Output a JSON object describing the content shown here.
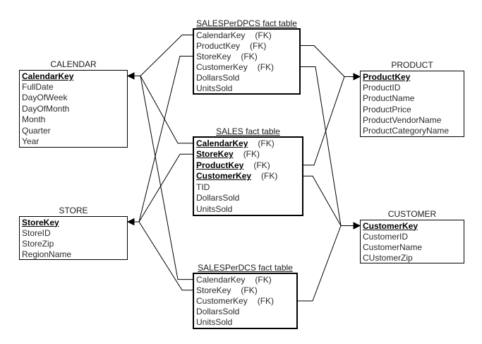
{
  "colors": {
    "line": "#000000",
    "text": "#2a2a2a",
    "key_text": "#000000",
    "background": "#ffffff"
  },
  "tables": {
    "calendar": {
      "title": "CALENDAR",
      "fields": [
        {
          "name": "CalendarKey",
          "pk": true
        },
        {
          "name": "FullDate"
        },
        {
          "name": "DayOfWeek"
        },
        {
          "name": "DayOfMonth"
        },
        {
          "name": "Month"
        },
        {
          "name": "Quarter"
        },
        {
          "name": "Year"
        }
      ]
    },
    "store": {
      "title": "STORE",
      "fields": [
        {
          "name": "StoreKey",
          "pk": true
        },
        {
          "name": "StoreID"
        },
        {
          "name": "StoreZip"
        },
        {
          "name": "RegionName"
        }
      ]
    },
    "product": {
      "title": "PRODUCT",
      "fields": [
        {
          "name": "ProductKey",
          "pk": true
        },
        {
          "name": "ProductID"
        },
        {
          "name": "ProductName"
        },
        {
          "name": "ProductPrice"
        },
        {
          "name": "ProductVendorName"
        },
        {
          "name": "ProductCategoryName"
        }
      ]
    },
    "customer": {
      "title": "CUSTOMER",
      "fields": [
        {
          "name": "CustomerKey",
          "pk": true
        },
        {
          "name": "CustomerID"
        },
        {
          "name": "CustomerName"
        },
        {
          "name": "CUstomerZip"
        }
      ]
    },
    "sales_per_dpcs": {
      "title": "SALESPerDPCS fact table",
      "fields": [
        {
          "name": "CalendarKey",
          "fk": "(FK)"
        },
        {
          "name": "ProductKey",
          "fk": "(FK)"
        },
        {
          "name": "StoreKey",
          "fk": "(FK)"
        },
        {
          "name": "CustomerKey",
          "fk": "(FK)"
        },
        {
          "name": "DollarsSold"
        },
        {
          "name": "UnitsSold"
        }
      ]
    },
    "sales": {
      "title": "SALES fact table",
      "fields": [
        {
          "name": "CalendarKey",
          "fk": "(FK)",
          "pk": true
        },
        {
          "name": "StoreKey",
          "fk": "(FK)",
          "pk": true
        },
        {
          "name": "ProductKey",
          "fk": "(FK)",
          "pk": true
        },
        {
          "name": "CustomerKey",
          "fk": "(FK)",
          "pk": true
        },
        {
          "name": "TID"
        },
        {
          "name": "DollarsSold"
        },
        {
          "name": "UnitsSold"
        }
      ]
    },
    "sales_per_dcs": {
      "title": "SALESPerDCS fact table",
      "fields": [
        {
          "name": "CalendarKey",
          "fk": "(FK)"
        },
        {
          "name": "StoreKey",
          "fk": "(FK)"
        },
        {
          "name": "CustomerKey",
          "fk": "(FK)"
        },
        {
          "name": "DollarsSold"
        },
        {
          "name": "UnitsSold"
        }
      ]
    }
  },
  "relationships": [
    {
      "from": "SALESPerDPCS.CalendarKey",
      "to": "CALENDAR.CalendarKey"
    },
    {
      "from": "SALES.CalendarKey",
      "to": "CALENDAR.CalendarKey"
    },
    {
      "from": "SALESPerDCS.CalendarKey",
      "to": "CALENDAR.CalendarKey"
    },
    {
      "from": "SALESPerDPCS.StoreKey",
      "to": "STORE.StoreKey"
    },
    {
      "from": "SALES.StoreKey",
      "to": "STORE.StoreKey"
    },
    {
      "from": "SALESPerDCS.StoreKey",
      "to": "STORE.StoreKey"
    },
    {
      "from": "SALESPerDPCS.ProductKey",
      "to": "PRODUCT.ProductKey"
    },
    {
      "from": "SALES.ProductKey",
      "to": "PRODUCT.ProductKey"
    },
    {
      "from": "SALESPerDPCS.CustomerKey",
      "to": "CUSTOMER.CustomerKey"
    },
    {
      "from": "SALES.CustomerKey",
      "to": "CUSTOMER.CustomerKey"
    },
    {
      "from": "SALESPerDCS.CustomerKey",
      "to": "CUSTOMER.CustomerKey"
    }
  ]
}
